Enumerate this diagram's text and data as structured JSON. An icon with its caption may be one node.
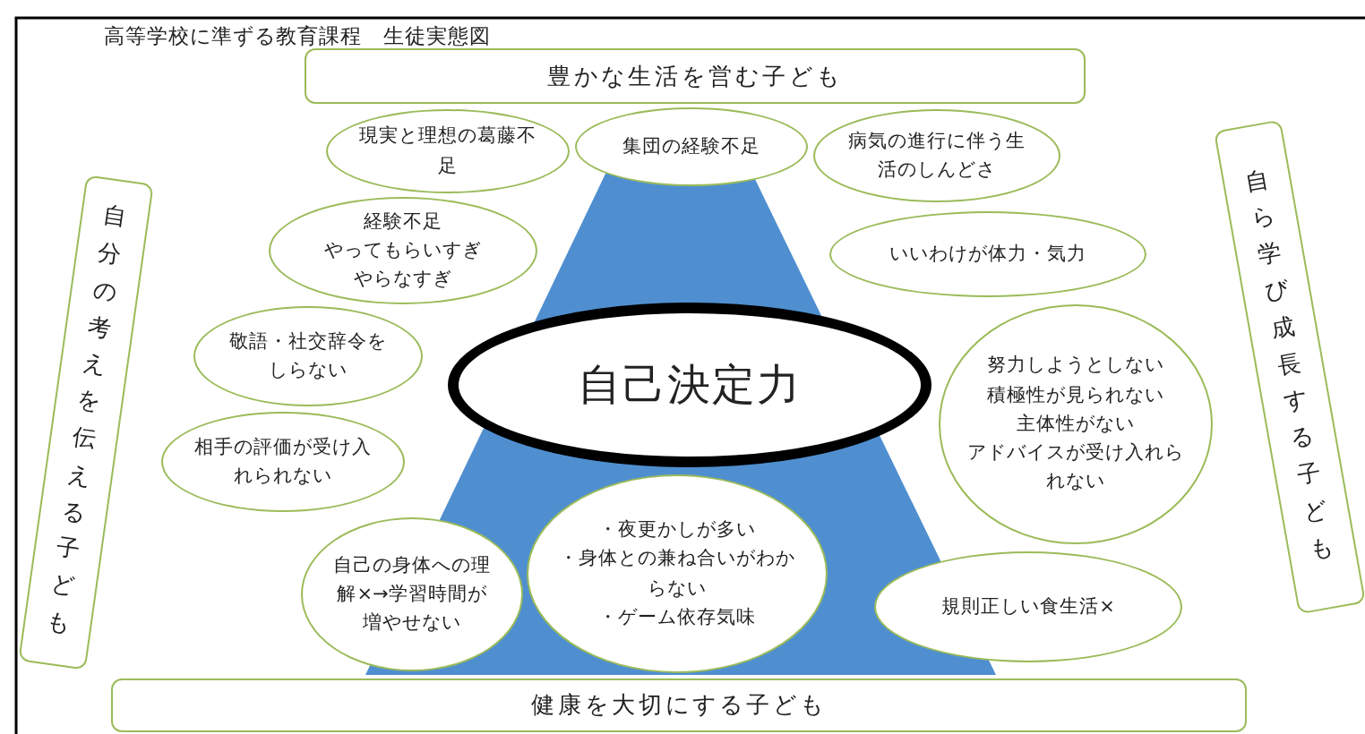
{
  "diagram": {
    "title": "高等学校に準ずる教育課程　生徒実態図",
    "nodes": [
      {
        "text": [
          "豊かな生活を営む子ども"
        ]
      },
      {
        "text": [
          "自分の考えを伝える子ども"
        ]
      },
      {
        "text": [
          "自ら学び成長する子ども"
        ]
      },
      {
        "text": [
          "健康を大切にする子ども"
        ]
      },
      {
        "text": [
          "現実と理想の葛藤不足"
        ]
      },
      {
        "text": [
          "集団の経験不足"
        ]
      },
      {
        "text": [
          "病気の進行に伴う生活のしんどさ"
        ]
      },
      {
        "text": [
          "経験不足",
          "やってもらいすぎ",
          "やらなすぎ"
        ]
      },
      {
        "text": [
          "いいわけが体力・気力"
        ]
      },
      {
        "text": [
          "自己決定力"
        ]
      },
      {
        "text": [
          "敬語・社交辞令をしらない"
        ]
      },
      {
        "text": [
          "努力しようとしない",
          "積極性が見られない",
          "主体性がない",
          "アドバイスが受け入れられない"
        ]
      },
      {
        "text": [
          "相手の評価が受け入れられない"
        ]
      },
      {
        "text": [
          "自己の身体への理解×→学習時間が増やせない"
        ]
      },
      {
        "text": [
          "・夜更かしが多い",
          "・身体との兼ね合いがわからない",
          "・ゲーム依存気味"
        ]
      },
      {
        "text": [
          "規則正しい食生活×"
        ]
      }
    ]
  }
}
